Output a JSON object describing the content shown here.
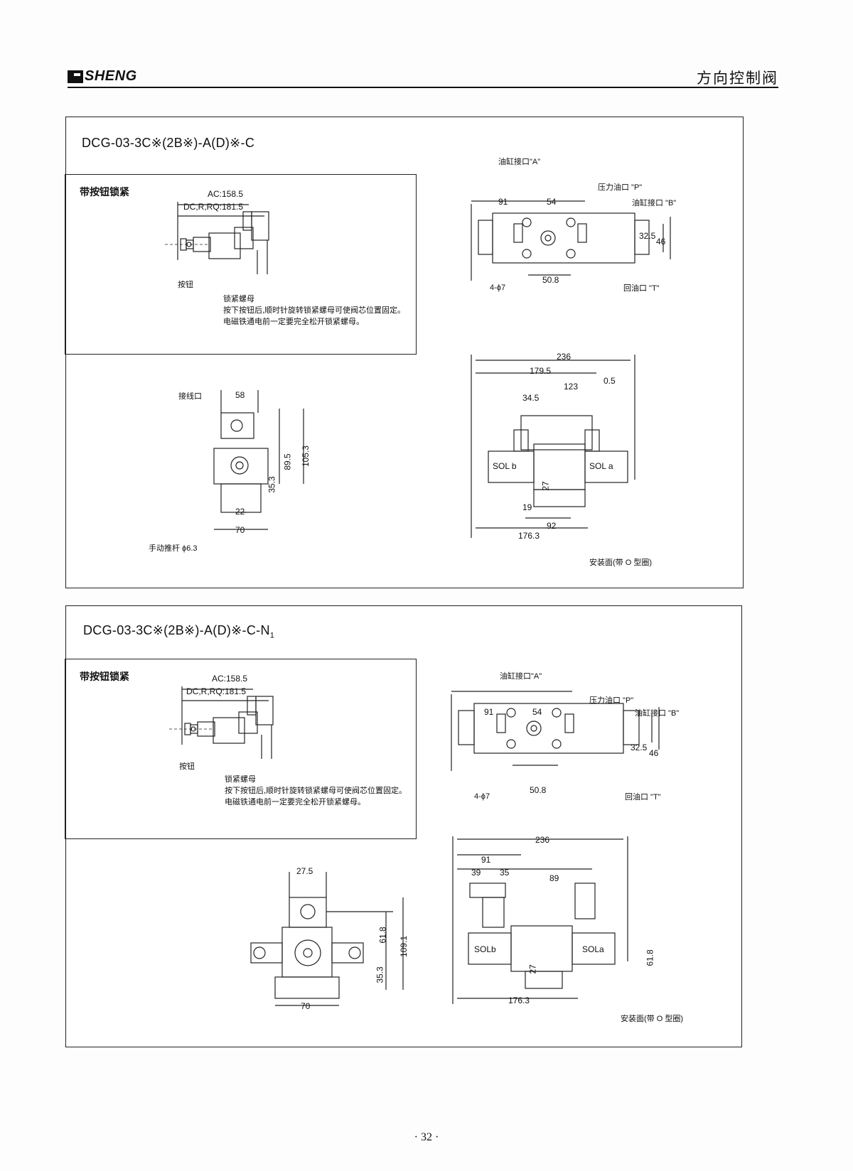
{
  "header": {
    "brand": "SHENG",
    "title": "方向控制阀"
  },
  "panel1": {
    "model": "DCG-03-3C※(2B※)-A(D)※-C",
    "inset": {
      "label": "带按钮锁紧",
      "dim_ac": "AC:158.5",
      "dim_dc": "DC,R,RQ:181.5",
      "button_label": "按钮",
      "locknut_label": "锁紧螺母",
      "note_line1": "按下按钮后,顺时针旋转锁紧螺母可使阀芯位置固定。",
      "note_line2": "电磁铁通电前一定要完全松开锁紧螺母。"
    },
    "top_view": {
      "port_a": "油缸接口\"A\"",
      "port_p": "压力油口 \"P\"",
      "port_b": "油缸接口 \"B\"",
      "port_t": "回油口 \"T\"",
      "holes": "4-ϕ7",
      "d91": "91",
      "d54": "54",
      "d32_5": "32.5",
      "d46": "46",
      "d50_8": "50.8"
    },
    "side_view": {
      "wire_port": "接线口",
      "manual_pin": "手动推杆 ϕ6.3",
      "d58": "58",
      "d89_5": "89.5",
      "d105_3": "105.3",
      "d35_3": "35.3",
      "d22": "22",
      "d70": "70"
    },
    "front_view": {
      "sol_b": "SOL b",
      "sol_a": "SOL a",
      "mount": "安装面(带 O 型圈)",
      "d236": "236",
      "d179_5": "179.5",
      "d123": "123",
      "d0_5": "0.5",
      "d34_5": "34.5",
      "d27": "27",
      "d19": "19",
      "d92": "92",
      "d176_3": "176.3"
    }
  },
  "panel2": {
    "model": "DCG-03-3C※(2B※)-A(D)※-C-N",
    "model_sub": "1",
    "inset": {
      "label": "带按钮锁紧",
      "dim_ac": "AC:158.5",
      "dim_dc": "DC,R,RQ:181.5",
      "button_label": "按钮",
      "locknut_label": "锁紧螺母",
      "note_line1": "按下按钮后,顺时针旋转锁紧螺母可使阀芯位置固定。",
      "note_line2": "电磁铁通电前一定要完全松开锁紧螺母。"
    },
    "top_view": {
      "port_a": "油缸接口\"A\"",
      "port_p": "压力油口 \"P\"",
      "port_b": "油缸接口 \"B\"",
      "port_t": "回油口 \"T\"",
      "holes": "4-ϕ7",
      "d91": "91",
      "d54": "54",
      "d32_5": "32.5",
      "d46": "46",
      "d50_8": "50.8"
    },
    "side_view": {
      "d27_5": "27.5",
      "d61_8": "61.8",
      "d109_1": "109.1",
      "d35_3": "35.3",
      "d70": "70"
    },
    "front_view": {
      "sol_b": "SOLb",
      "sol_a": "SOLa",
      "mount": "安装面(带 O 型圈)",
      "d236": "236",
      "d91": "91",
      "d39": "39",
      "d35": "35",
      "d89": "89",
      "d27": "27",
      "d61_8": "61.8",
      "d176_3": "176.3"
    }
  },
  "page_number": "· 32 ·"
}
